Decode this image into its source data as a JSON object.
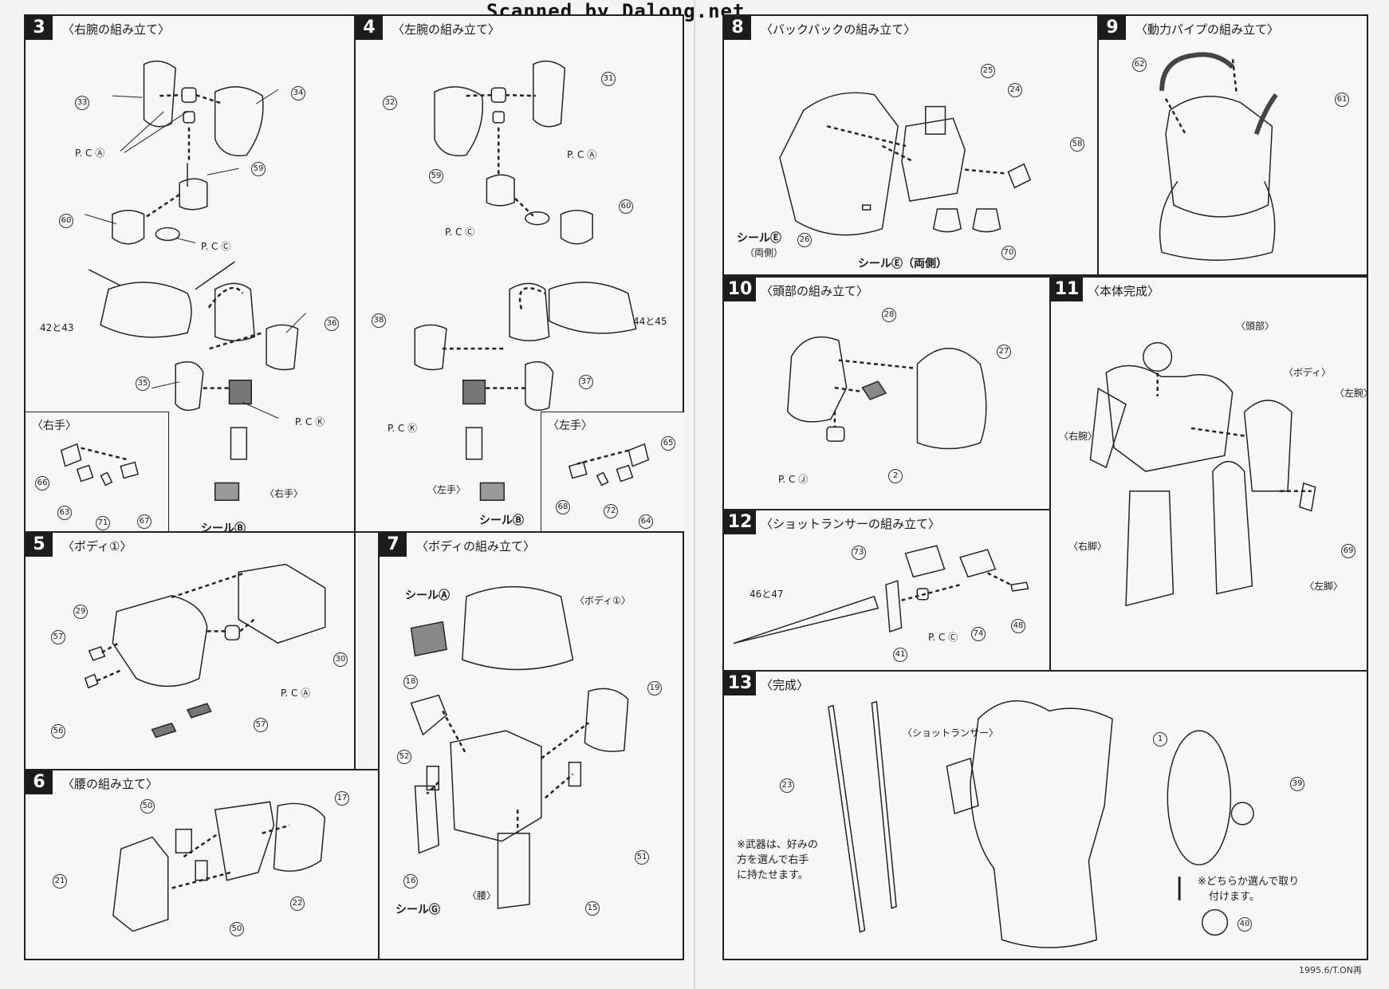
{
  "watermark": "Scanned by Dalong.net",
  "footer": "1995.6/T.ON再",
  "steps": {
    "s3": {
      "num": "3",
      "title": "〈右腕の組み立て〉",
      "sub_title": "〈右手〉",
      "parts": [
        "33",
        "34",
        "59",
        "60",
        "42と43",
        "36",
        "35"
      ],
      "pc_a": "P. C Ⓐ",
      "pc_c": "P. C Ⓒ",
      "pc_k": "P. C Ⓚ",
      "hand_label": "〈右手〉",
      "hand_parts": [
        "66",
        "63",
        "71",
        "67"
      ],
      "seal": "シールⒷ"
    },
    "s4": {
      "num": "4",
      "title": "〈左腕の組み立て〉",
      "sub_title": "〈左手〉",
      "parts": [
        "31",
        "32",
        "59",
        "60",
        "38",
        "44と45",
        "37"
      ],
      "pc_a": "P. C Ⓐ",
      "pc_c": "P. C Ⓒ",
      "pc_k": "P. C Ⓚ",
      "hand_label": "〈左手〉",
      "hand_parts": [
        "65",
        "68",
        "72",
        "64"
      ],
      "seal": "シールⒷ"
    },
    "s5": {
      "num": "5",
      "title": "〈ボディ①〉",
      "parts": [
        "29",
        "57",
        "30",
        "56",
        "57"
      ],
      "pc_a": "P. C Ⓐ"
    },
    "s6": {
      "num": "6",
      "title": "〈腰の組み立て〉",
      "parts": [
        "50",
        "17",
        "21",
        "22",
        "50"
      ]
    },
    "s7": {
      "num": "7",
      "title": "〈ボディの組み立て〉",
      "seal_a": "シールⒶ",
      "body_label": "〈ボディ①〉",
      "parts": [
        "18",
        "19",
        "52",
        "16",
        "51",
        "15"
      ],
      "waist": "〈腰〉",
      "seal_g": "シールⒼ"
    },
    "s8": {
      "num": "8",
      "title": "〈バックパックの組み立て〉",
      "parts": [
        "25",
        "24",
        "58",
        "26",
        "70"
      ],
      "seal_e1": "シールⒺ",
      "both1": "（両側）",
      "seal_e2": "シールⒺ（両側）"
    },
    "s9": {
      "num": "9",
      "title": "〈動力パイプの組み立て〉",
      "parts": [
        "62",
        "61"
      ]
    },
    "s10": {
      "num": "10",
      "title": "〈頭部の組み立て〉",
      "parts": [
        "28",
        "27",
        "2"
      ],
      "pc_j": "P. C Ⓙ"
    },
    "s11": {
      "num": "11",
      "title": "〈本体完成〉",
      "head": "〈頭部〉",
      "body": "〈ボディ〉",
      "left_arm": "〈左腕〉",
      "right_arm": "〈右腕〉",
      "right_leg": "〈右脚〉",
      "left_leg": "〈左脚〉",
      "parts": [
        "69"
      ]
    },
    "s12": {
      "num": "12",
      "title": "〈ショットランサーの組み立て〉",
      "parts": [
        "73",
        "46と47",
        "74",
        "48",
        "41"
      ],
      "pc_c": "P. C Ⓒ"
    },
    "s13": {
      "num": "13",
      "title": "〈完成〉",
      "lancer": "〈ショットランサー〉",
      "parts": [
        "23",
        "1",
        "39",
        "40"
      ],
      "note_weapon": [
        "※武器は、好みの",
        "方を選んで右手",
        "に持たせます。"
      ],
      "note_choose": [
        "※どちらか選んで取り",
        "付けます。"
      ]
    }
  },
  "colors": {
    "ink": "#1a1a1a",
    "paper": "#f7f7f5",
    "step_bg": "#1c1c1c"
  }
}
